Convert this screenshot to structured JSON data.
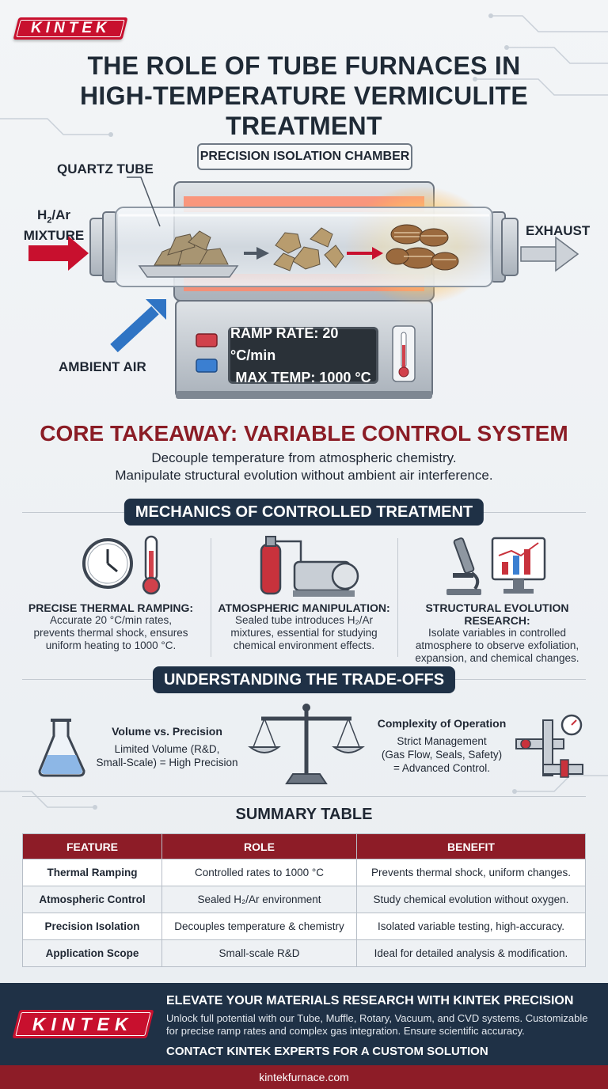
{
  "brand": {
    "logo_text": "KINTEK"
  },
  "header": {
    "title_line1": "THE ROLE OF TUBE FURNACES IN",
    "title_line2": "HIGH-TEMPERATURE VERMICULITE TREATMENT"
  },
  "diagram": {
    "chamber_label": "PRECISION ISOLATION CHAMBER",
    "quartz_label": "QUARTZ TUBE",
    "inlet_gas_line1": "H",
    "inlet_gas_sub": "2",
    "inlet_gas_line1_rest": "/Ar",
    "inlet_gas_line2": "MIXTURE",
    "exhaust_label": "EXHAUST",
    "ambient_label": "AMBIENT AIR",
    "ramp_rate": "RAMP RATE: 20 °C/min",
    "max_temp": "MAX TEMP: 1000 °C"
  },
  "core": {
    "title": "CORE TAKEAWAY: VARIABLE CONTROL SYSTEM",
    "line1": "Decouple temperature from atmospheric chemistry.",
    "line2": "Manipulate structural evolution without ambient air interference."
  },
  "mechanics": {
    "heading": "MECHANICS OF CONTROLLED TREATMENT",
    "items": [
      {
        "title": "PRECISE THERMAL RAMPING:",
        "text_a": "Accurate 20 °C/min rates,",
        "text_b": "prevents thermal shock, ensures",
        "text_c": "uniform heating to 1000 °C."
      },
      {
        "title": "ATMOSPHERIC MANIPULATION:",
        "text_a": "Sealed tube introduces H₂/Ar",
        "text_b": "mixtures, essential for studying",
        "text_c": "chemical environment effects."
      },
      {
        "title": "STRUCTURAL EVOLUTION RESEARCH:",
        "text_a": "Isolate variables in controlled",
        "text_b": "atmosphere to observe exfoliation,",
        "text_c": "expansion, and chemical changes."
      }
    ]
  },
  "tradeoffs": {
    "heading": "UNDERSTANDING THE TRADE-OFFS",
    "left_title": "Volume vs. Precision",
    "left_line1": "Limited Volume (R&D,",
    "left_line2": "Small-Scale) = High Precision",
    "right_title": "Complexity of Operation",
    "right_line1": "Strict Management",
    "right_line2": "(Gas Flow, Seals, Safety)",
    "right_line3": "= Advanced Control."
  },
  "summary": {
    "title": "SUMMARY TABLE",
    "headers": [
      "FEATURE",
      "ROLE",
      "BENEFIT"
    ],
    "rows": [
      [
        "Thermal Ramping",
        "Controlled rates to 1000 °C",
        "Prevents thermal shock, uniform changes."
      ],
      [
        "Atmospheric Control",
        "Sealed H₂/Ar environment",
        "Study chemical evolution without oxygen."
      ],
      [
        "Precision Isolation",
        "Decouples temperature & chemistry",
        "Isolated variable testing, high-accuracy."
      ],
      [
        "Application Scope",
        "Small-scale R&D",
        "Ideal for detailed analysis & modification."
      ]
    ]
  },
  "cta": {
    "logo_text": "KINTEK",
    "headline": "ELEVATE YOUR MATERIALS RESEARCH WITH KINTEK PRECISION",
    "body": "Unlock full potential with our Tube, Muffle, Rotary, Vacuum, and CVD systems. Customizable for precise ramp rates and complex gas integration. Ensure scientific accuracy.",
    "contact": "CONTACT KINTEK EXPERTS FOR A CUSTOM SOLUTION"
  },
  "footer": {
    "url": "kintekfurnace.com"
  },
  "colors": {
    "brand_red": "#c8102e",
    "dark_red": "#8d1c27",
    "navy": "#1f3146"
  }
}
